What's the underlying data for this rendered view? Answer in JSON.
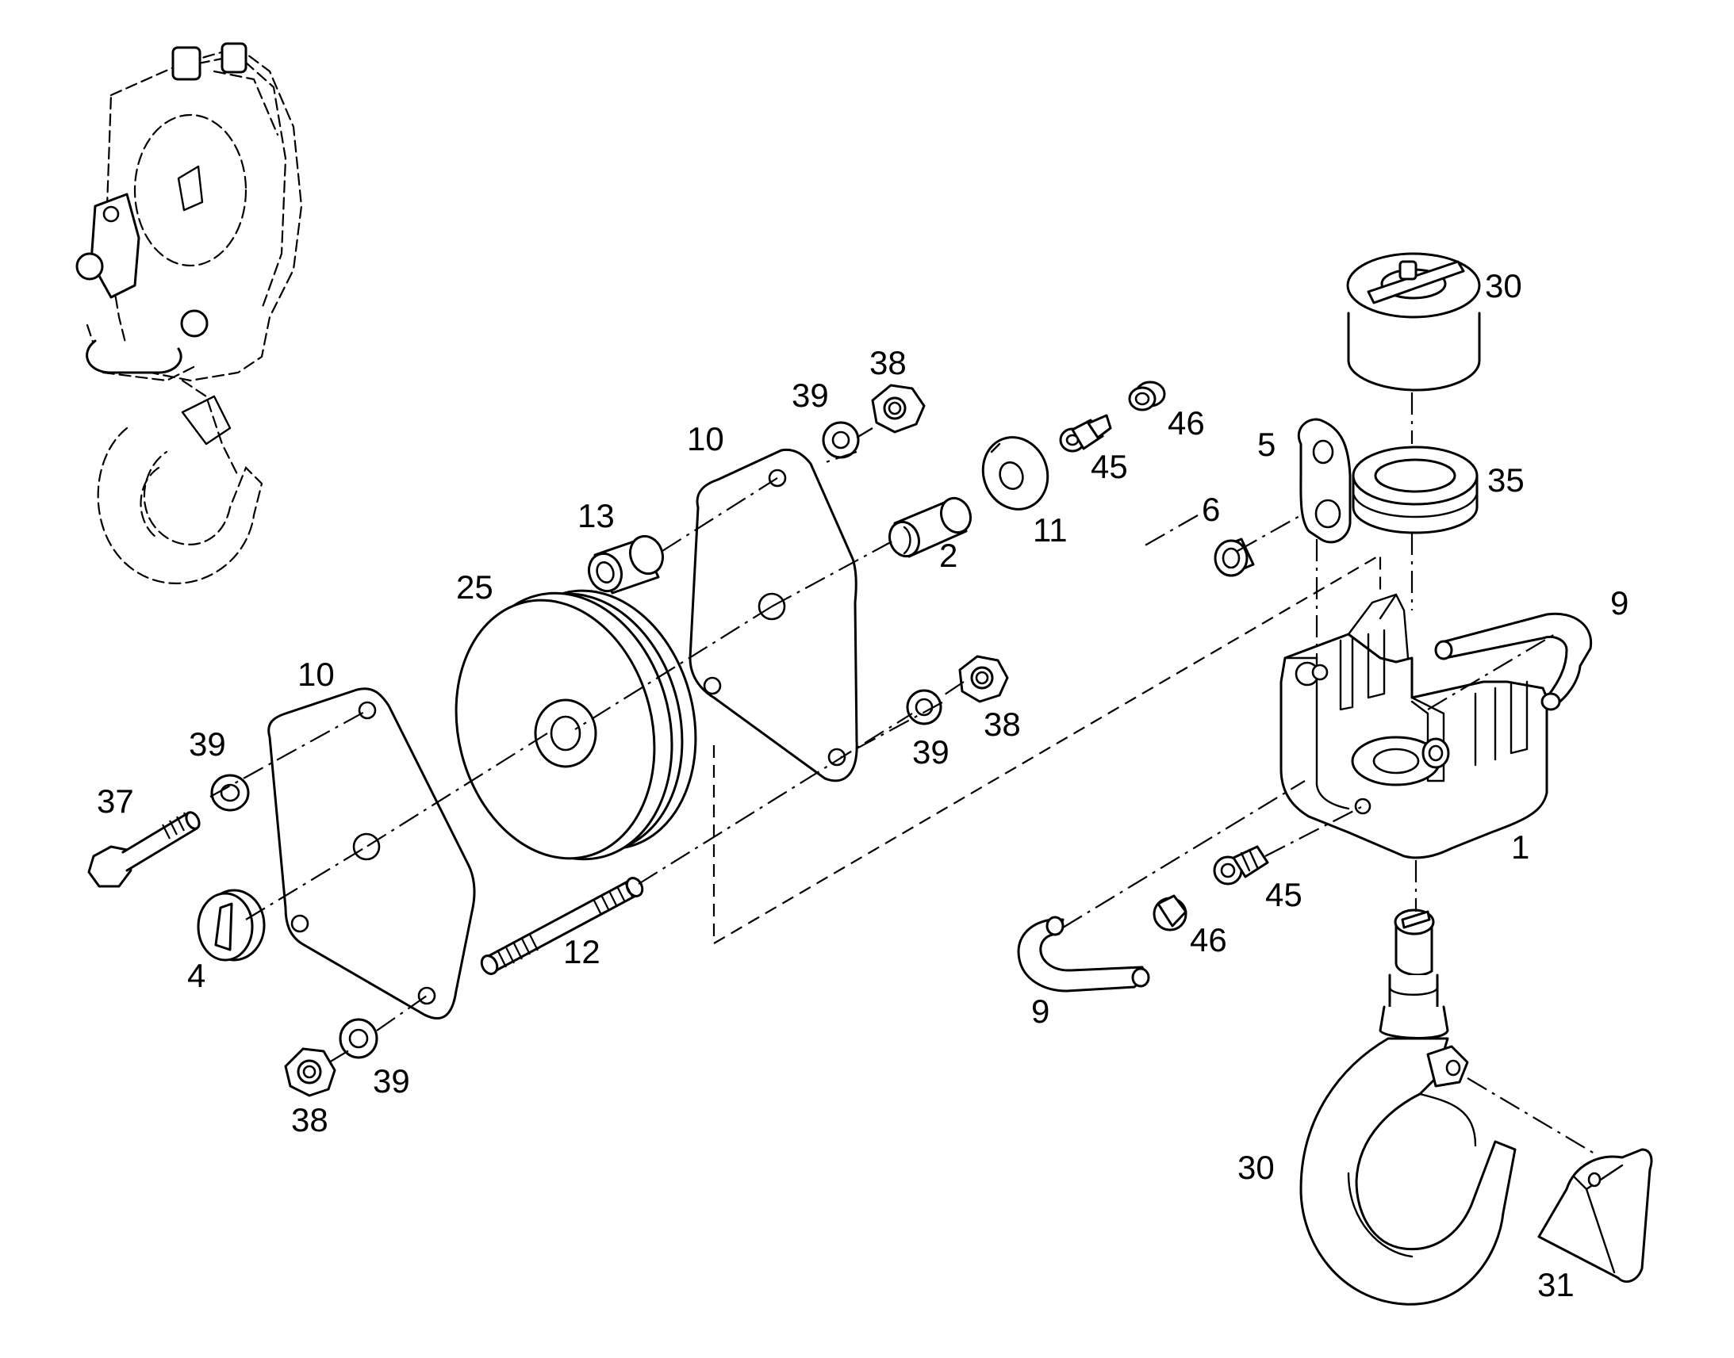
{
  "callouts": [
    {
      "id": "c30a",
      "text": "30"
    },
    {
      "id": "c38a",
      "text": "38"
    },
    {
      "id": "c39a",
      "text": "39"
    },
    {
      "id": "c10a",
      "text": "10"
    },
    {
      "id": "c46a",
      "text": "46"
    },
    {
      "id": "c45a",
      "text": "45"
    },
    {
      "id": "c5",
      "text": "5"
    },
    {
      "id": "c35",
      "text": "35"
    },
    {
      "id": "c13",
      "text": "13"
    },
    {
      "id": "c2",
      "text": "2"
    },
    {
      "id": "c11",
      "text": "11"
    },
    {
      "id": "c6",
      "text": "6"
    },
    {
      "id": "c25",
      "text": "25"
    },
    {
      "id": "c9a",
      "text": "9"
    },
    {
      "id": "c10b",
      "text": "10"
    },
    {
      "id": "c38b",
      "text": "38"
    },
    {
      "id": "c39b",
      "text": "39"
    },
    {
      "id": "c39c",
      "text": "39"
    },
    {
      "id": "c37",
      "text": "37"
    },
    {
      "id": "c1",
      "text": "1"
    },
    {
      "id": "c45b",
      "text": "45"
    },
    {
      "id": "c12",
      "text": "12"
    },
    {
      "id": "c46b",
      "text": "46"
    },
    {
      "id": "c4",
      "text": "4"
    },
    {
      "id": "c9b",
      "text": "9"
    },
    {
      "id": "c39d",
      "text": "39"
    },
    {
      "id": "c38c",
      "text": "38"
    },
    {
      "id": "c30b",
      "text": "30"
    },
    {
      "id": "c31",
      "text": "31"
    }
  ]
}
